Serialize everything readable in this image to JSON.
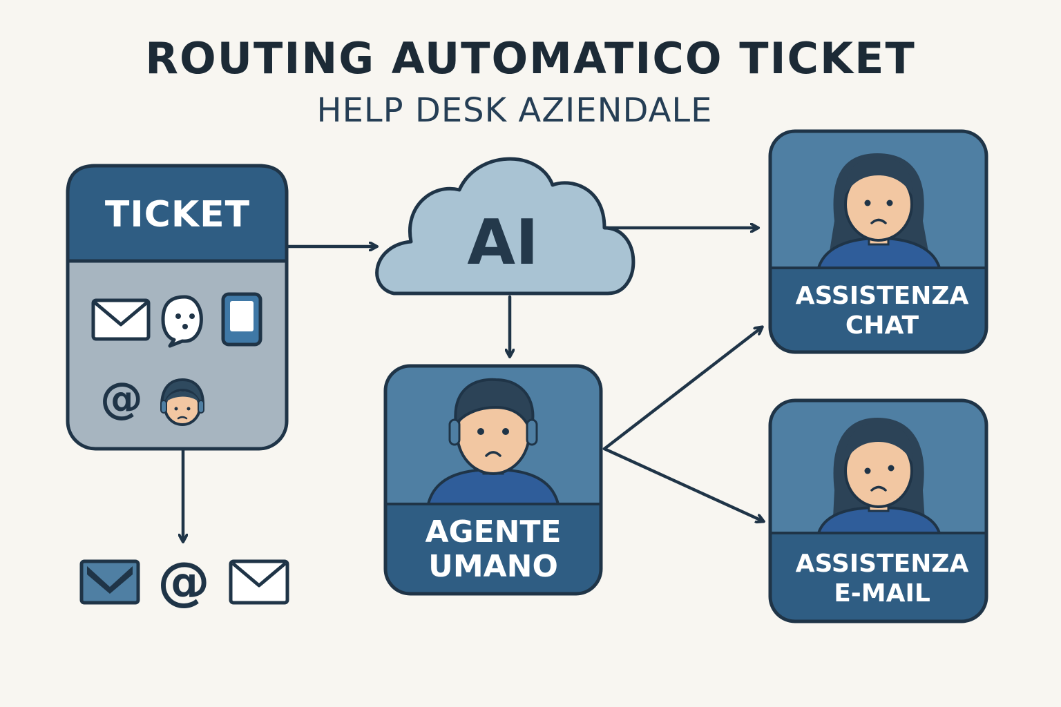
{
  "title": "ROUTING AUTOMATICO TICKET",
  "subtitle": "HELP DESK AZIENDALE",
  "ticket": {
    "label": "TICKET",
    "icons": [
      "envelope-icon",
      "chat-bubble-icon",
      "smartphone-icon",
      "at-sign-icon",
      "headset-agent-icon"
    ],
    "at_symbol": "@"
  },
  "cloud": {
    "label": "AI"
  },
  "agent": {
    "line1": "AGENTE",
    "line2": "UMANO"
  },
  "chat_support": {
    "line1": "ASSISTENZA",
    "line2": "CHAT"
  },
  "email_support": {
    "line1": "ASSISTENZA",
    "line2": "E-MAIL"
  },
  "channels": {
    "icons": [
      "envelope-filled-icon",
      "at-sign-icon",
      "envelope-icon"
    ],
    "at_symbol": "@"
  },
  "colors": {
    "background": "#f8f6f1",
    "outline": "#1f3447",
    "header_blue": "#2f5d83",
    "card_blue": "#4f7fa3",
    "panel_gray": "#a7b5c0",
    "cloud_fill": "#a9c3d3",
    "skin": "#f2c7a2"
  }
}
